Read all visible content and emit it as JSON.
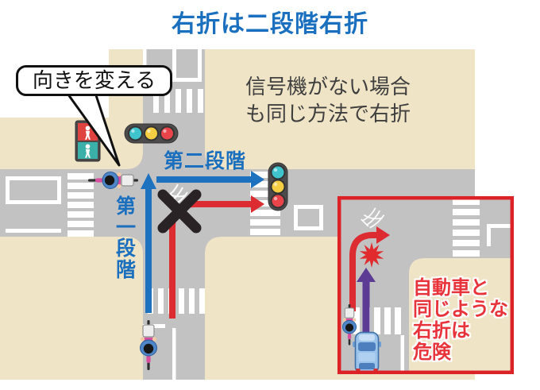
{
  "title": "右折は二段階右折",
  "speech_bubble": {
    "text": "向きを変える"
  },
  "note_text": "信号機がない場合\nも同じ方法で右折",
  "stage_labels": {
    "stage1": "第一段階",
    "stage2": "第二段階"
  },
  "inset": {
    "warning_text": "自動車と\n同じような\n右折は\n危険"
  },
  "icons": {
    "pedestrian_signal": "pedestrian-signal-icon",
    "traffic_light_horizontal": "traffic-light-horizontal-icon",
    "traffic_light_vertical": "traffic-light-vertical-icon",
    "prohibited_mark": "x-mark-icon",
    "collision_mark": "collision-burst-icon",
    "bicycle_rider": "cyclist-top-view-icon",
    "car": "car-top-view-icon",
    "crossing_mark": "intersection-sketch-icon"
  },
  "colors": {
    "title_blue": "#1A6FBF",
    "route_allowed_blue": "#1C72BF",
    "route_prohibited_red": "#DC2B31",
    "car_route_purple": "#5B3B94",
    "x_mark_black": "#2A2326",
    "warning_text_red": "#E8333B",
    "inset_border_red": "#DC2127",
    "background_beige": "#F0E4C6",
    "road_gray": "#C3C2C2",
    "signal_teal": "#3FC4CE",
    "signal_yellow": "#F6CE43",
    "signal_red": "#E8444A",
    "pedestrian_red": "#DE4340",
    "pedestrian_teal": "#3BB0A8"
  }
}
